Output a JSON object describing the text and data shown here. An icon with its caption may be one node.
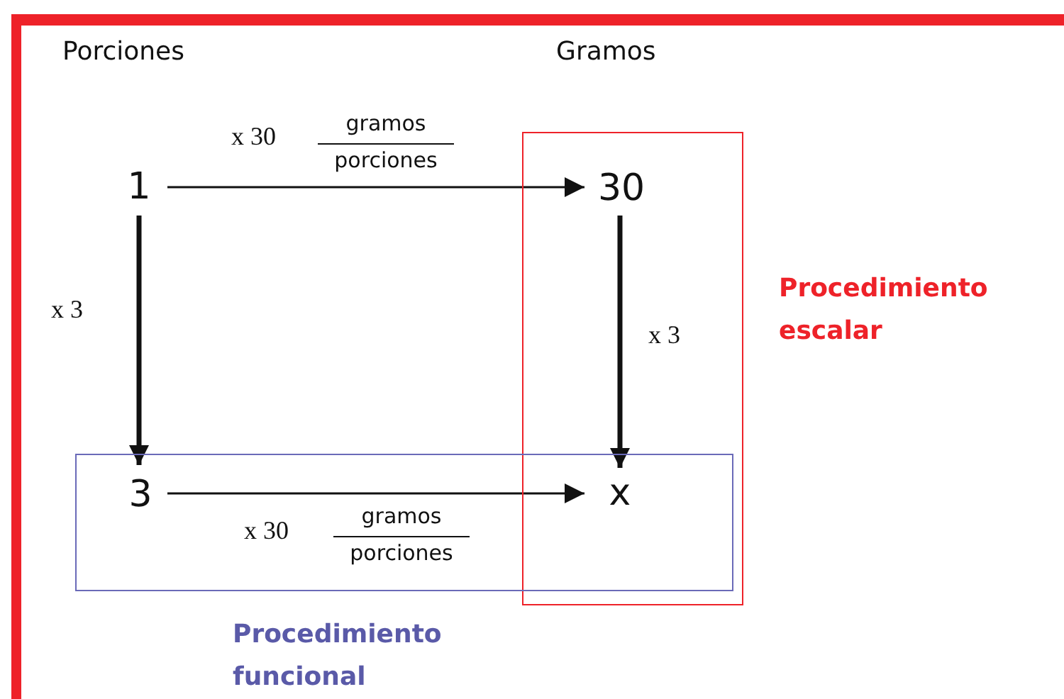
{
  "diagram": {
    "nodes": [
      {
        "text": [
          "1"
        ]
      },
      {
        "text": [
          "Procedimiento escalar"
        ]
      },
      {
        "text": [
          "30"
        ],
        "in": 1
      },
      {
        "text": [
          "Procedimiento funcional"
        ]
      },
      {
        "text": [
          "3"
        ],
        "in": 3
      },
      {
        "text": [
          "x"
        ]
      }
    ],
    "edges": [
      {
        "from": 0,
        "to": 2,
        "arrow": "to",
        "label": "x 30"
      },
      {
        "from": 0,
        "to": 4,
        "arrow": "to",
        "label": "x 3",
        "style": "thick"
      },
      {
        "from": 2,
        "to": 5,
        "arrow": "to",
        "label": "x 3",
        "style": "thick"
      },
      {
        "from": 4,
        "to": 5,
        "arrow": "to",
        "label": "x 30"
      }
    ],
    "labels": [
      "Porciones",
      "Gramos",
      "gramos",
      "porciones",
      "gramos",
      "porciones"
    ]
  }
}
